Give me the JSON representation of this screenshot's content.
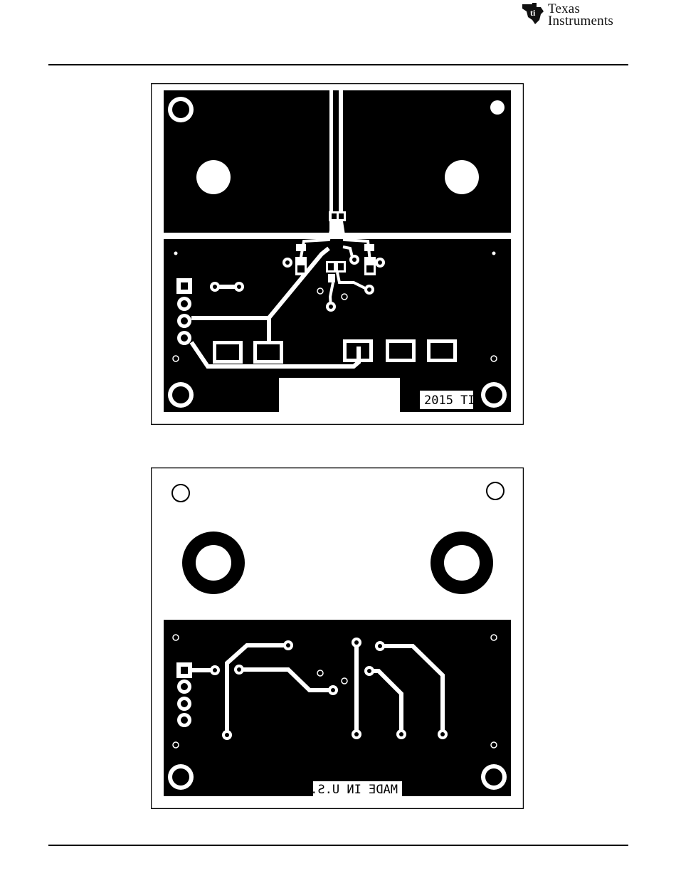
{
  "header": {
    "logo_icon": "texas-instruments-logo-icon",
    "logo_line1": "Texas",
    "logo_line2": "Instruments"
  },
  "top_layer": {
    "silkscreen_label": "2015 TI"
  },
  "bottom_layer": {
    "silkscreen_label": "MADE IN U.S."
  },
  "colors": {
    "copper": "#000000",
    "background": "#ffffff",
    "logo": "#111111"
  }
}
